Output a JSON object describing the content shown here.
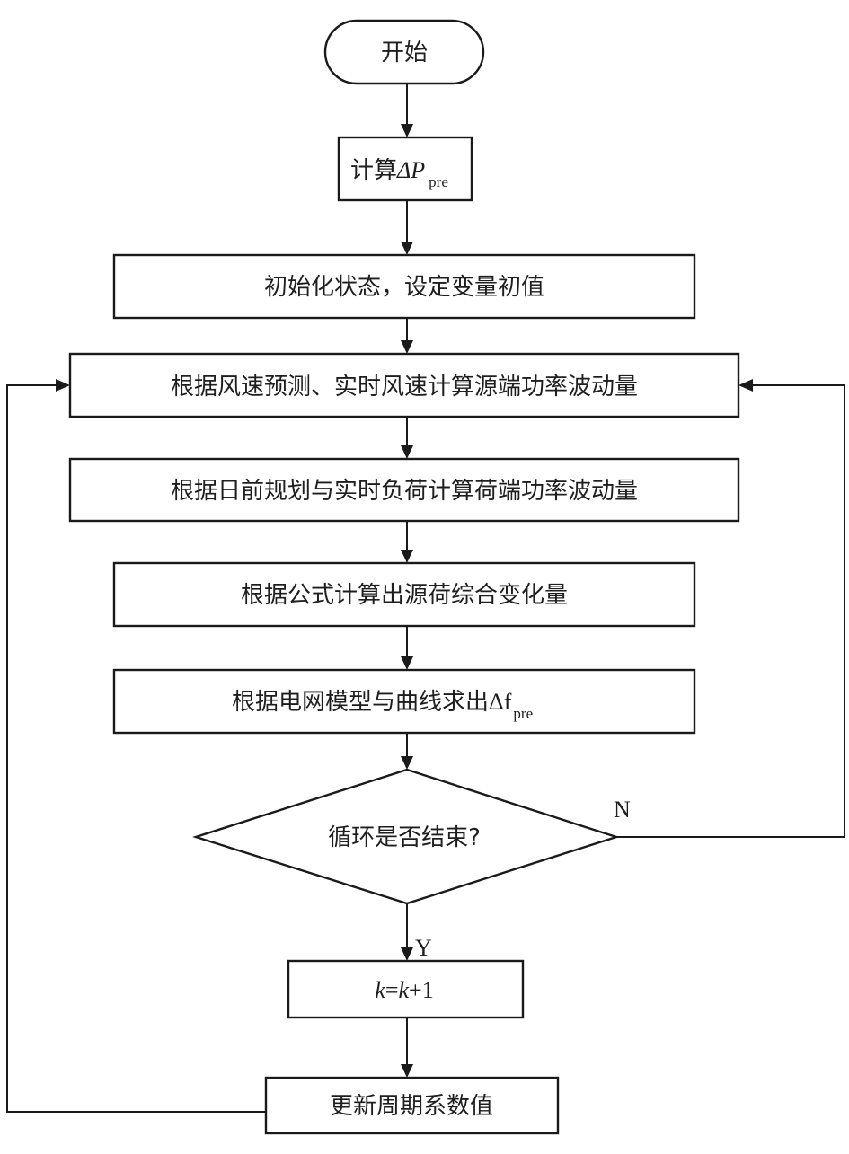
{
  "flowchart": {
    "start": {
      "label": "开始"
    },
    "steps": [
      {
        "id": "calc-dp",
        "label_prefix": "计算",
        "symbol": "ΔP",
        "subscript": "pre"
      },
      {
        "id": "init",
        "label": "初始化状态，设定变量初值"
      },
      {
        "id": "source-fluct",
        "label": "根据风速预测、实时风速计算源端功率波动量"
      },
      {
        "id": "load-fluct",
        "label": "根据日前规划与实时负荷计算荷端功率波动量"
      },
      {
        "id": "combined",
        "label": "根据公式计算出源荷综合变化量"
      },
      {
        "id": "calc-df",
        "label_prefix": "根据电网模型与曲线求出",
        "symbol": "Δf",
        "subscript": "pre"
      }
    ],
    "decision": {
      "label": "循环是否结束?",
      "yes_label": "Y",
      "no_label": "N"
    },
    "increment": {
      "var": "k",
      "eq": "=",
      "var2": "k",
      "plus": "+1"
    },
    "update": {
      "label": "更新周期系数值"
    }
  }
}
